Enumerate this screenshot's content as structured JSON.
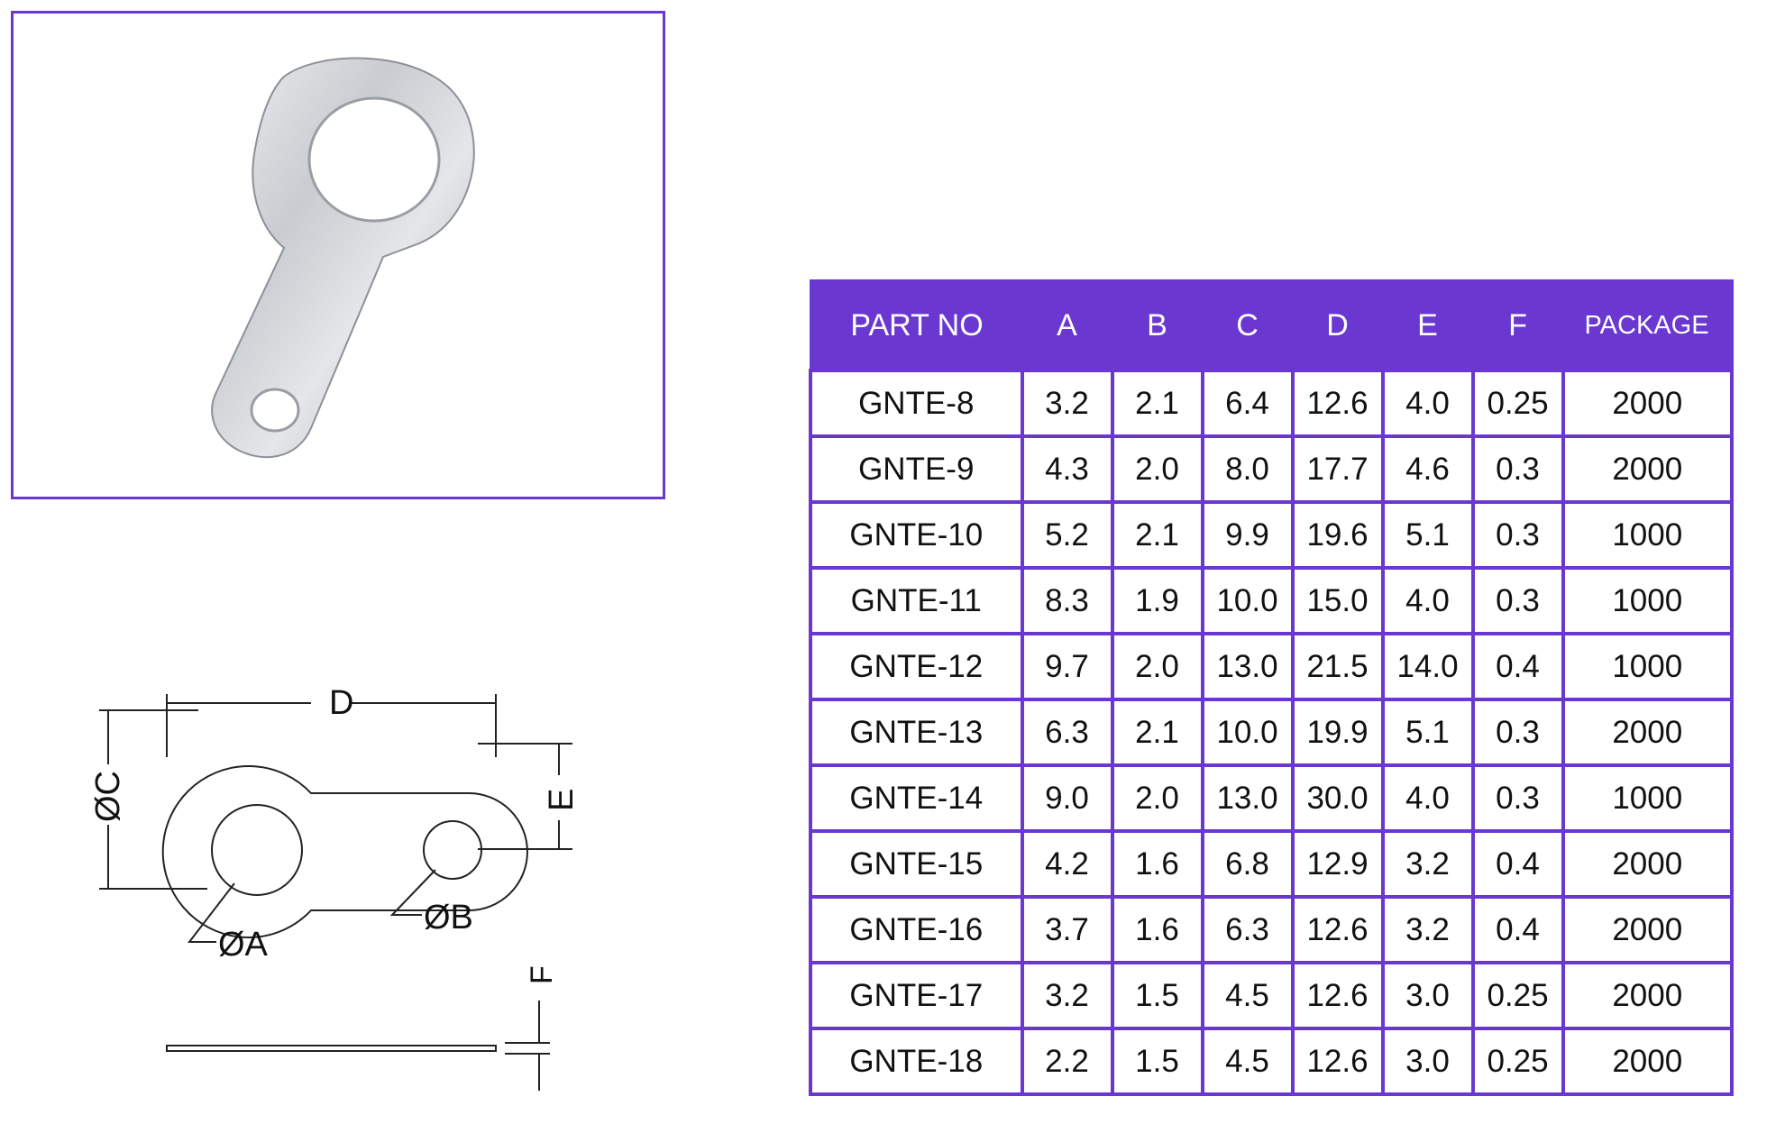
{
  "product": {
    "photo_icon": "solder-lug-terminal-photo"
  },
  "drawing": {
    "labels": {
      "d": "D",
      "c": "ØC",
      "e": "E",
      "a": "ØA",
      "b": "ØB",
      "f": "F"
    }
  },
  "table": {
    "headers": [
      "PART NO",
      "A",
      "B",
      "C",
      "D",
      "E",
      "F",
      "PACKAGE"
    ],
    "header_color": "#6a38d0",
    "rows": [
      [
        "GNTE-8",
        "3.2",
        "2.1",
        "6.4",
        "12.6",
        "4.0",
        "0.25",
        "2000"
      ],
      [
        "GNTE-9",
        "4.3",
        "2.0",
        "8.0",
        "17.7",
        "4.6",
        "0.3",
        "2000"
      ],
      [
        "GNTE-10",
        "5.2",
        "2.1",
        "9.9",
        "19.6",
        "5.1",
        "0.3",
        "1000"
      ],
      [
        "GNTE-11",
        "8.3",
        "1.9",
        "10.0",
        "15.0",
        "4.0",
        "0.3",
        "1000"
      ],
      [
        "GNTE-12",
        "9.7",
        "2.0",
        "13.0",
        "21.5",
        "14.0",
        "0.4",
        "1000"
      ],
      [
        "GNTE-13",
        "6.3",
        "2.1",
        "10.0",
        "19.9",
        "5.1",
        "0.3",
        "2000"
      ],
      [
        "GNTE-14",
        "9.0",
        "2.0",
        "13.0",
        "30.0",
        "4.0",
        "0.3",
        "1000"
      ],
      [
        "GNTE-15",
        "4.2",
        "1.6",
        "6.8",
        "12.9",
        "3.2",
        "0.4",
        "2000"
      ],
      [
        "GNTE-16",
        "3.7",
        "1.6",
        "6.3",
        "12.6",
        "3.2",
        "0.4",
        "2000"
      ],
      [
        "GNTE-17",
        "3.2",
        "1.5",
        "4.5",
        "12.6",
        "3.0",
        "0.25",
        "2000"
      ],
      [
        "GNTE-18",
        "2.2",
        "1.5",
        "4.5",
        "12.6",
        "3.0",
        "0.25",
        "2000"
      ]
    ]
  }
}
